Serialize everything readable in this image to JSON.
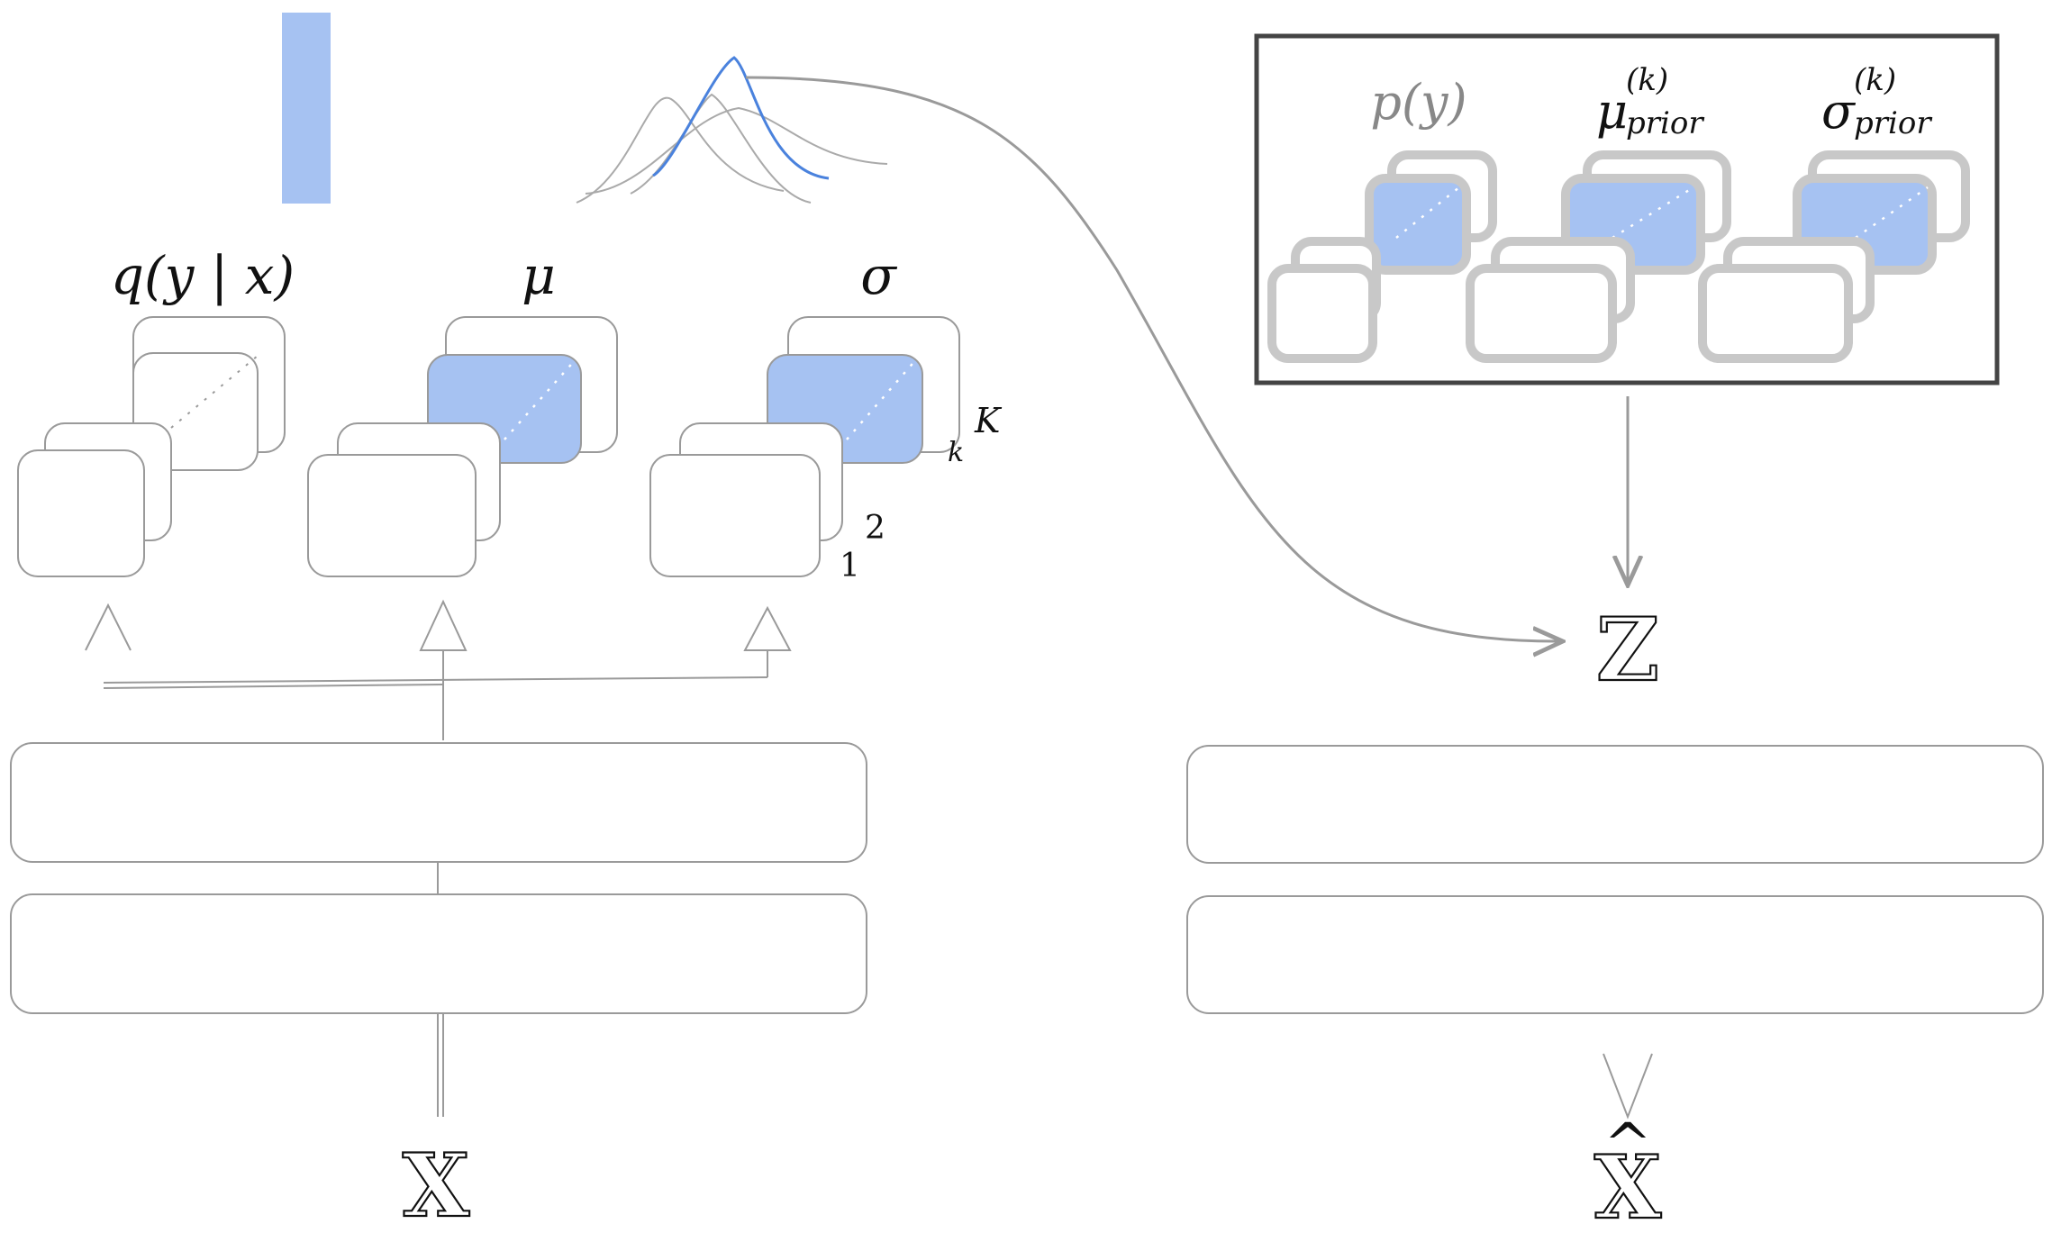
{
  "colors": {
    "accent_blue": "#a6c2f2",
    "curve_blue": "#4a82dd",
    "outline_gray": "#9a9a9a",
    "prior_gray": "#c8c8c8",
    "frame_dark": "#444444",
    "text_dark": "#111111",
    "text_gray": "#888888"
  },
  "encoder": {
    "heads": [
      {
        "label": "q(y | x)"
      },
      {
        "label": "μ"
      },
      {
        "label": "σ"
      }
    ],
    "stack_index": {
      "upper_top": "K",
      "upper_sub": "k",
      "lower_top": "2",
      "lower_sub": "1"
    },
    "input_label": "X"
  },
  "prior_box": {
    "labels": [
      {
        "base": "p(y)",
        "sup": "",
        "sub": ""
      },
      {
        "base": "μ",
        "sup": "(k)",
        "sub": "prior"
      },
      {
        "base": "σ",
        "sup": "(k)",
        "sub": "prior"
      }
    ]
  },
  "latent_label": "Z",
  "decoder": {
    "output_label": "X",
    "output_accent": "^"
  }
}
